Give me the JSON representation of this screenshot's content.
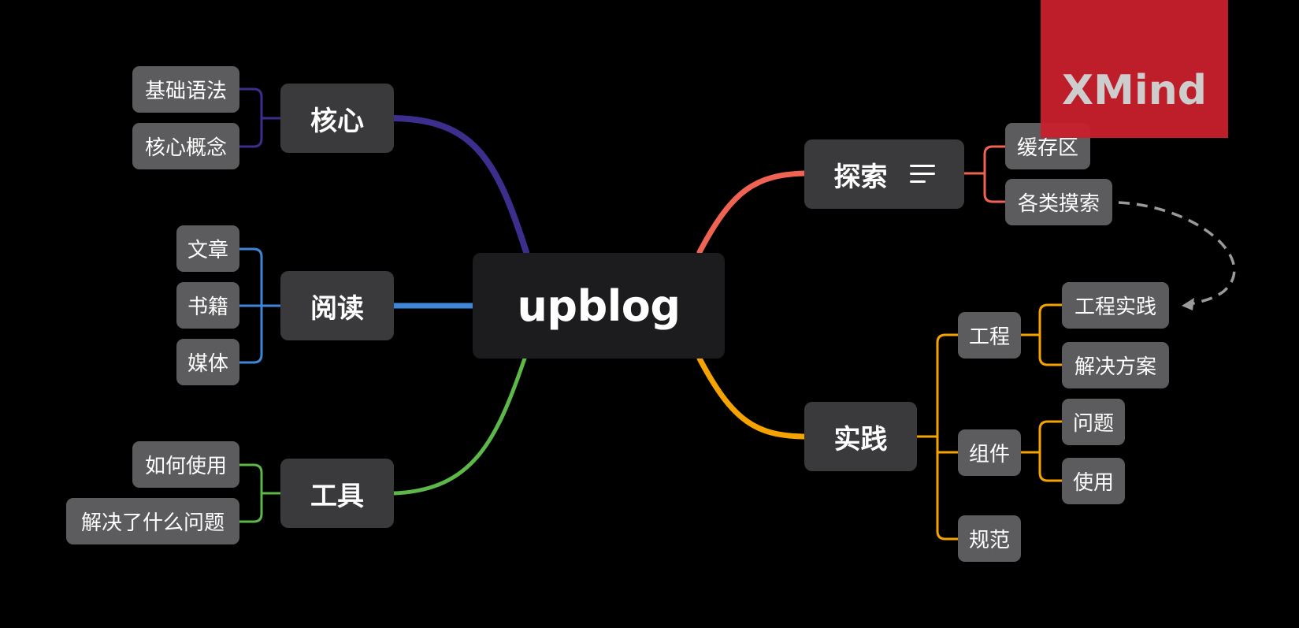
{
  "central_topic": "upblog",
  "branches": {
    "core": {
      "label": "核心",
      "color": "#3b2e8c",
      "children": [
        "基础语法",
        "核心概念"
      ]
    },
    "reading": {
      "label": "阅读",
      "color": "#3f86d6",
      "children": [
        "文章",
        "书籍",
        "媒体"
      ]
    },
    "tools": {
      "label": "工具",
      "color": "#5cb848",
      "children": [
        "如何使用",
        "解决了什么问题"
      ]
    },
    "explore": {
      "label": "探索",
      "color": "#f06352",
      "has_notes_icon": true,
      "children": [
        "缓存区",
        "各类摸索"
      ]
    },
    "practice": {
      "label": "实践",
      "color": "#f5a300",
      "children": {
        "engineering": {
          "label": "工程",
          "children": [
            "工程实践",
            "解决方案"
          ]
        },
        "components": {
          "label": "组件",
          "children": [
            "问题",
            "使用"
          ]
        },
        "standards": {
          "label": "规范"
        }
      }
    }
  },
  "relationship_color": "#9a9a9a",
  "watermark": "XMind"
}
